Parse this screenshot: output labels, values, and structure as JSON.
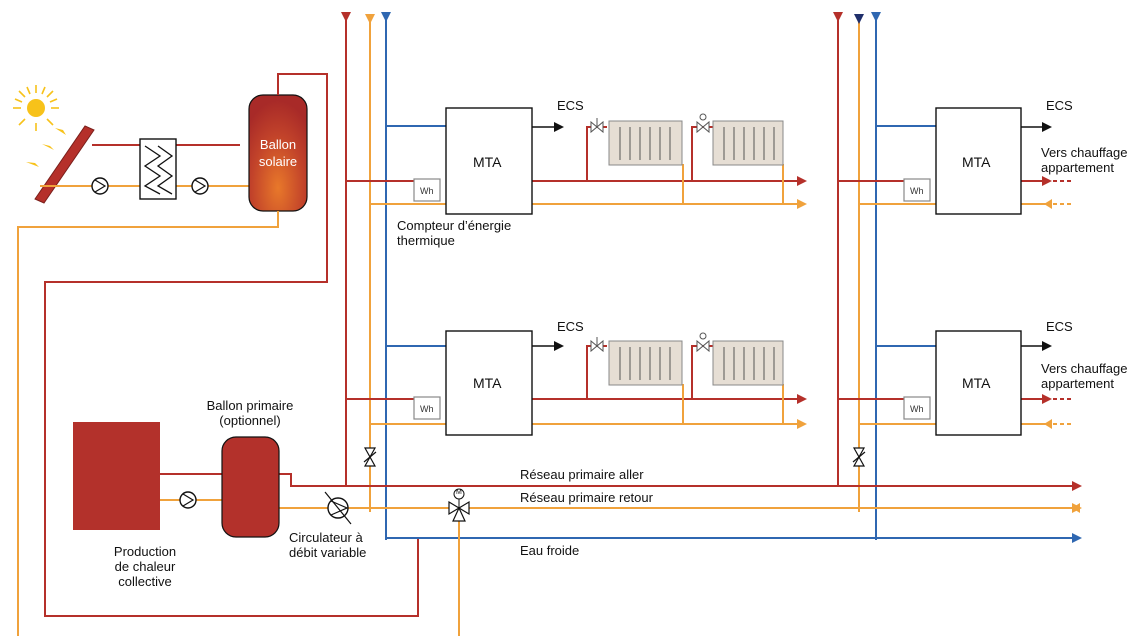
{
  "labels": {
    "ballon_solaire_1": "Ballon",
    "ballon_solaire_2": "solaire",
    "ecs": "ECS",
    "mta": "MTA",
    "wh": "Wh",
    "compteur_1": "Compteur d’énergie",
    "compteur_2": "thermique",
    "vers_chauffage_1": "Vers chauffage",
    "vers_chauffage_2": "appartement",
    "ballon_primaire_1": "Ballon primaire",
    "ballon_primaire_2": "(optionnel)",
    "production_1": "Production",
    "production_2": "de chaleur",
    "production_3": "collective",
    "circulateur_1": "Circulateur à",
    "circulateur_2": "débit variable",
    "reseau_aller": "Réseau primaire aller",
    "reseau_retour": "Réseau primaire retour",
    "eau_froide": "Eau froide",
    "vanne_m": "M"
  },
  "colors": {
    "supply_red": "#B5302A",
    "return_orange": "#F0A23C",
    "cold_blue": "#2F67B1",
    "boiler_red": "#B3312B",
    "radiator_fill": "#E6DED4",
    "sun_yellow": "#F7C21A"
  }
}
